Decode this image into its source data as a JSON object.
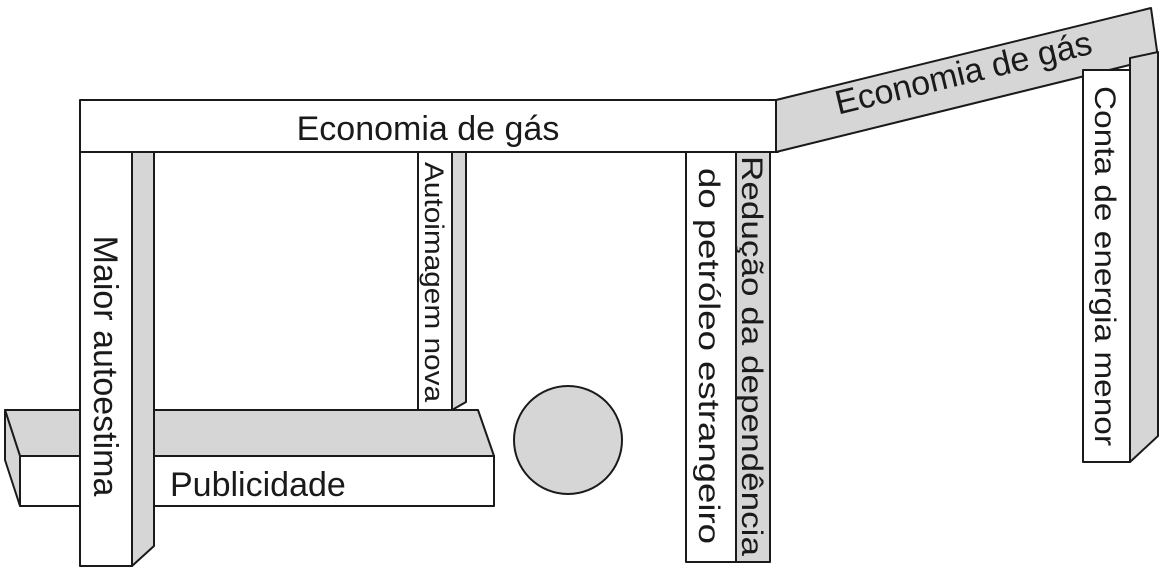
{
  "colors": {
    "line": "#1a1a1a",
    "face": "#ffffff",
    "side": "#d6d6d6"
  },
  "labels": {
    "top_beam": "Economia de gás",
    "slanted_beam": "Economia de gás",
    "left_pillar": "Maior autoestima",
    "inner_pillar": "Autoimagem nova",
    "bottom_block": "Publicidade",
    "center_pillar_front": "do petróleo estrangeiro",
    "center_pillar_side": "Redução da dependência",
    "right_pillar": "Conta de energia menor"
  }
}
